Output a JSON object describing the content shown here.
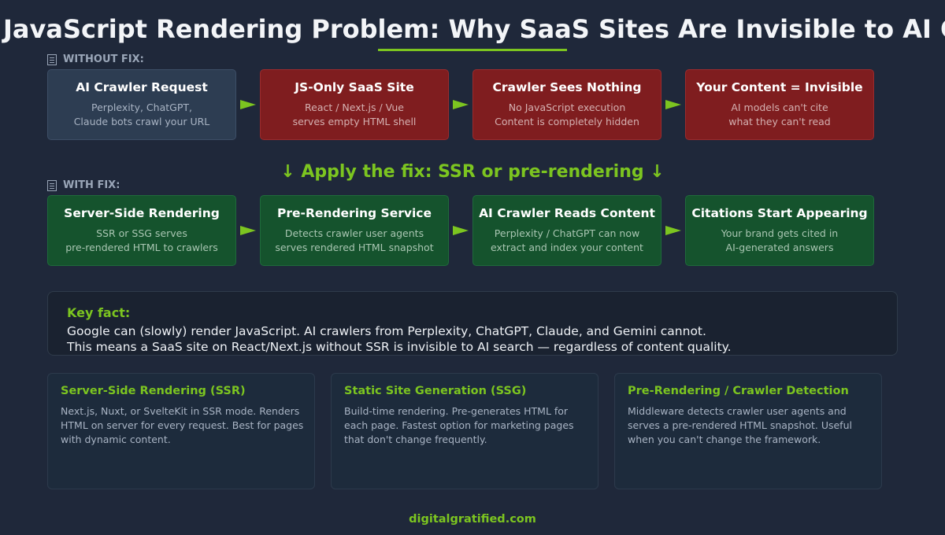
{
  "title": "JavaScript Rendering Problem: Why SaaS Sites Are Invisible to AI Crawlers",
  "without_fix": {
    "label": "WITHOUT FIX:",
    "boxes": [
      {
        "title": "AI Crawler Request",
        "lines": [
          "Perplexity, ChatGPT,",
          "Claude bots crawl your URL"
        ]
      },
      {
        "title": "JS-Only SaaS Site",
        "lines": [
          "React / Next.js / Vue",
          "serves empty HTML shell"
        ]
      },
      {
        "title": "Crawler Sees Nothing",
        "lines": [
          "No JavaScript execution",
          "Content is completely hidden"
        ]
      },
      {
        "title": "Your Content = Invisible",
        "lines": [
          "AI models can't cite",
          "what they can't read"
        ]
      }
    ]
  },
  "fix_text": "↓  Apply the fix: SSR or pre-rendering  ↓",
  "with_fix": {
    "label": "WITH FIX:",
    "boxes": [
      {
        "title": "Server-Side Rendering",
        "lines": [
          "SSR or SSG serves",
          "pre-rendered HTML to crawlers"
        ]
      },
      {
        "title": "Pre-Rendering Service",
        "lines": [
          "Detects crawler user agents",
          "serves rendered HTML snapshot"
        ]
      },
      {
        "title": "AI Crawler Reads Content",
        "lines": [
          "Perplexity / ChatGPT can now",
          "extract and index your content"
        ]
      },
      {
        "title": "Citations Start Appearing",
        "lines": [
          "Your brand gets cited in",
          "AI-generated answers"
        ]
      }
    ]
  },
  "key_fact": {
    "label": "Key fact:",
    "lines": [
      "Google can (slowly) render JavaScript. AI crawlers from Perplexity, ChatGPT, Claude, and Gemini cannot.",
      "This means a SaaS site on React/Next.js without SSR is invisible to AI search — regardless of content quality."
    ]
  },
  "cards": [
    {
      "title": "Server-Side Rendering (SSR)",
      "lines": [
        "Next.js, Nuxt, or SvelteKit in SSR mode. Renders",
        "HTML on server for every request. Best for pages",
        "with dynamic content."
      ]
    },
    {
      "title": "Static Site Generation (SSG)",
      "lines": [
        "Build-time rendering. Pre-generates HTML for",
        "each page. Fastest option for marketing pages",
        "that don't change frequently."
      ]
    },
    {
      "title": "Pre-Rendering / Crawler Detection",
      "lines": [
        "Middleware detects crawler user agents and",
        "serves a pre-rendered HTML snapshot. Useful",
        "when you can't change the framework."
      ]
    }
  ],
  "footer": "digitalgratified.com",
  "colors": {
    "background": "#1f283a",
    "accent": "#7cc520",
    "neutral_box": "#2d3d52",
    "problem_box": "#7f1d1f",
    "solution_box": "#15532d"
  }
}
